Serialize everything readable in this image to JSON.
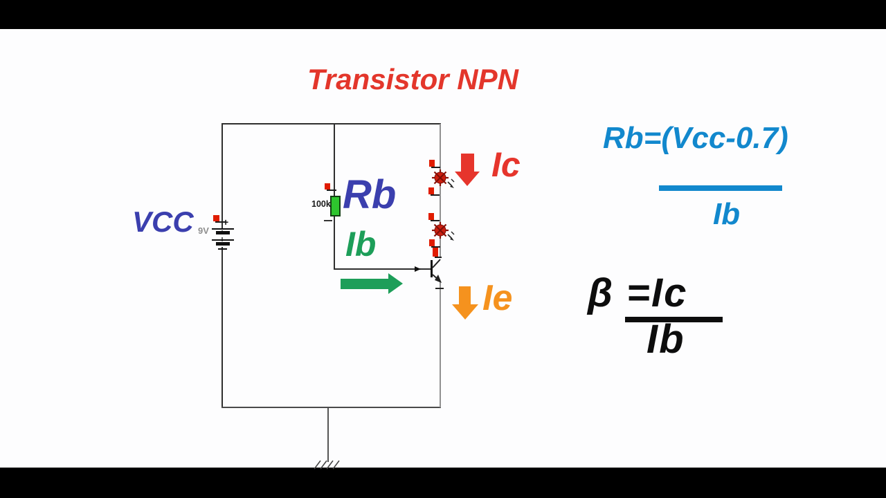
{
  "title": "Transistor NPN",
  "circuit": {
    "vcc_label": "VCC",
    "battery_voltage": "9V",
    "battery_plus": "+",
    "resistor_value": "100k",
    "resistor_name": "Rb",
    "base_current": "Ib",
    "collector_current": "Ic",
    "emitter_current": "Ie"
  },
  "formulas": {
    "rb_formula": {
      "numerator": "Rb=(Vcc-0.7)",
      "denominator": "Ib"
    },
    "beta_formula": {
      "lhs": "β =Ic",
      "denominator": "Ib"
    }
  },
  "colors": {
    "title_red": "#e3362b",
    "label_blue": "#3b3fae",
    "current_green": "#1d9e59",
    "current_red": "#e6352c",
    "current_orange": "#f5921e",
    "formula_blue": "#1288cd",
    "resistor_green": "#2ec52e",
    "led_red": "#cc1f10",
    "probe_red": "#e01c00",
    "letterbox_black": "#000000",
    "canvas_white": "#fdfdfe"
  }
}
